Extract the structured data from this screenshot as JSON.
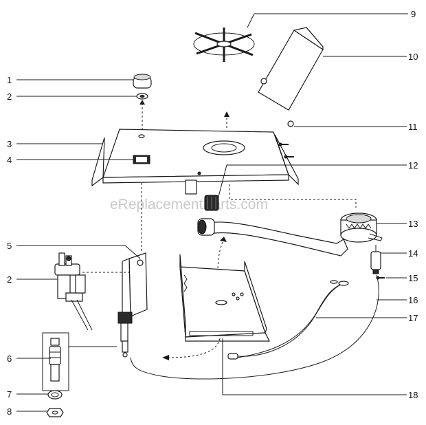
{
  "watermark": "eReplacementParts.com",
  "callouts": [
    {
      "label": "1"
    },
    {
      "label": "2"
    },
    {
      "label": "3"
    },
    {
      "label": "4"
    },
    {
      "label": "5"
    },
    {
      "label": "2"
    },
    {
      "label": "6"
    },
    {
      "label": "7"
    },
    {
      "label": "8"
    },
    {
      "label": "9"
    },
    {
      "label": "10"
    },
    {
      "label": "11"
    },
    {
      "label": "12"
    },
    {
      "label": "13"
    },
    {
      "label": "14"
    },
    {
      "label": "15"
    },
    {
      "label": "16"
    },
    {
      "label": "17"
    },
    {
      "label": "18"
    }
  ]
}
